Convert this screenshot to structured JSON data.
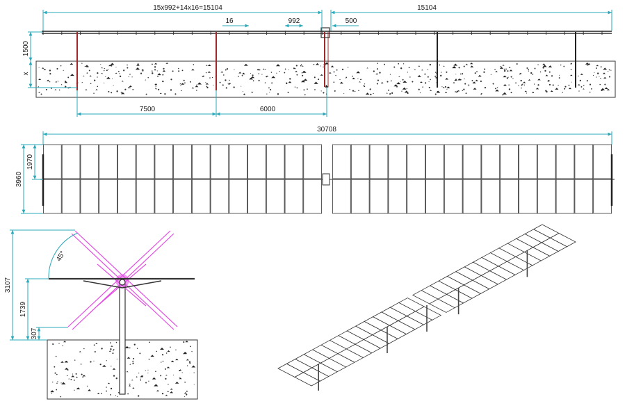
{
  "colors": {
    "dimension": "#2aa8b8",
    "structure": "#333333",
    "highlight_post": "#a0282a",
    "rotation": "#e24be2"
  },
  "side_view": {
    "dim_total_formula": "15x992+14x16=15104",
    "dim_right_length": "15104",
    "dim_gap": "16",
    "dim_panel": "992",
    "dim_offset": "500",
    "dim_height": "1500",
    "dim_embed": "x",
    "dim_span_1": "7500",
    "dim_span_2": "6000"
  },
  "top_view": {
    "dim_total_length": "30708",
    "dim_half_width": "1970",
    "dim_full_width": "3960"
  },
  "end_view": {
    "dim_tilt_angle": "45°",
    "dim_max_height": "3107",
    "dim_axis_height": "1739",
    "dim_min_height": "307"
  },
  "isometric_view": {}
}
